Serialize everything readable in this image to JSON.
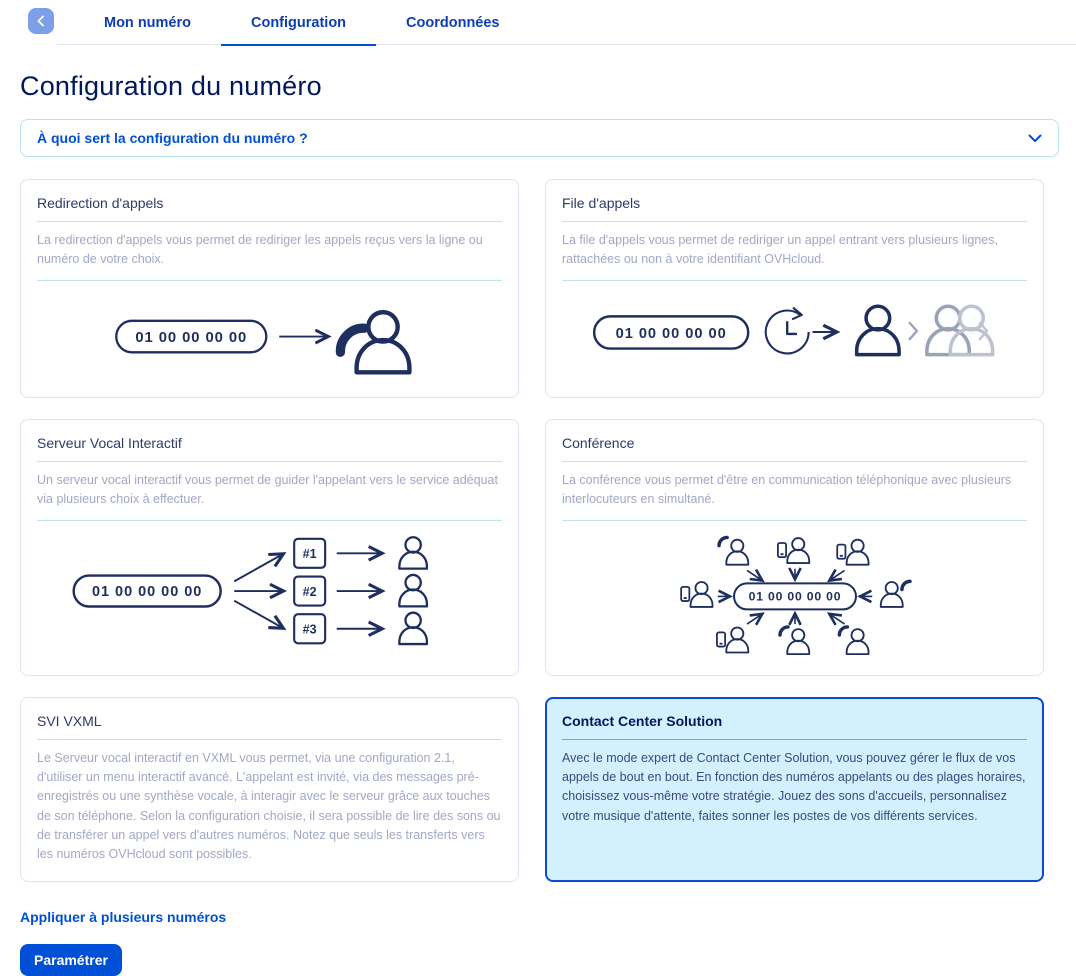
{
  "header": {
    "back_label": "‹",
    "tabs": [
      {
        "label": "Mon numéro",
        "active": false
      },
      {
        "label": "Configuration",
        "active": true
      },
      {
        "label": "Coordonnées",
        "active": false
      }
    ]
  },
  "page": {
    "title": "Configuration du numéro"
  },
  "accordion": {
    "question": "À quoi sert la configuration du numéro ?"
  },
  "cards": [
    {
      "title": "Redirection d'appels",
      "description": "La redirection d'appels vous permet de rediriger les appels reçus vers la ligne ou numéro de votre choix.",
      "selected": false
    },
    {
      "title": "File d'appels",
      "description": "La file d'appels vous permet de rediriger un appel entrant vers plusieurs lignes, rattachées ou non à votre identifiant OVHcloud.",
      "selected": false
    },
    {
      "title": "Serveur Vocal Interactif",
      "description": "Un serveur vocal interactif vous permet de guider l'appelant vers le service adéquat via plusieurs choix à effectuer.",
      "selected": false
    },
    {
      "title": "Conférence",
      "description": "La conférence vous permet d'être en communication téléphonique avec plusieurs interlocuteurs en simultané.",
      "selected": false
    },
    {
      "title": "SVI VXML",
      "description": "Le Serveur vocal interactif en VXML vous permet, via une configuration 2.1, d'utiliser un menu interactif avancé. L'appelant est invité, via des messages pré-enregistrés ou une synthèse vocale, à interagir avec le serveur grâce aux touches de son téléphone. Selon la configuration choisie, il sera possible de lire des sons ou de transférer un appel vers d'autres numéros. Notez que seuls les transferts vers les numéros OVHcloud sont possibles.",
      "selected": false
    },
    {
      "title": "Contact Center Solution",
      "description": "Avec le mode expert de Contact Center Solution, vous pouvez gérer le flux de vos appels de bout en bout. En fonction des numéros appelants ou des plages horaires, choisissez vous-même votre stratégie. Jouez des sons d'accueils, personnalisez votre musique d'attente, faites sonner les postes de vos différents services.",
      "selected": true
    }
  ],
  "illustrations": {
    "phone_number": "01 00 00 00 00",
    "svi_options": [
      "#1",
      "#2",
      "#3"
    ]
  },
  "footer": {
    "apply_link": "Appliquer à plusieurs numéros",
    "configure_button": "Paramétrer"
  },
  "colors": {
    "accent_blue": "#0050d7",
    "navy_text": "#00185e",
    "tab_text": "#0d3db4",
    "description_gray": "#a2a7c6",
    "divider_light_blue": "#bfe4f6",
    "selected_card_bg": "#d3f0ff",
    "selected_card_border": "#0f49cf",
    "back_button_bg": "#7d9fe8",
    "icon_navy": "#1e2e5e"
  }
}
